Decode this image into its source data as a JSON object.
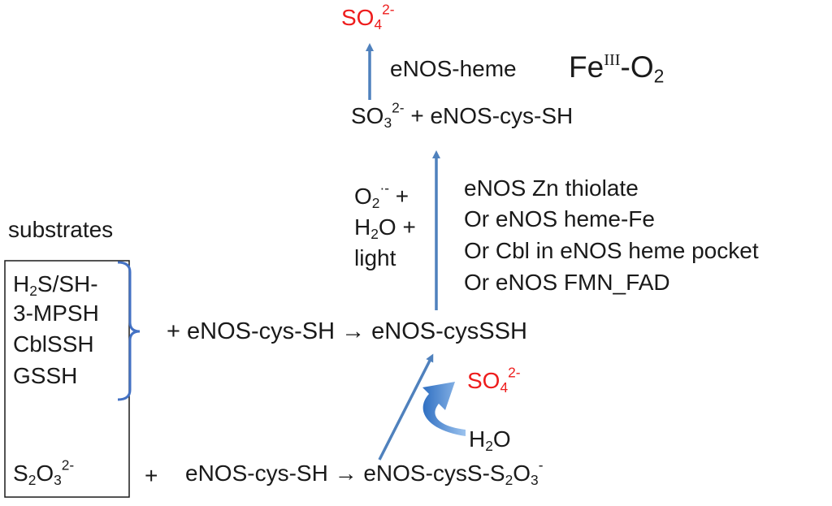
{
  "top_product": {
    "base": "SO",
    "sub": "4",
    "sup": "2-",
    "color": "#ee1c1c"
  },
  "heme_label": "eNOS-heme",
  "fe_species": {
    "base": "Fe",
    "sup": "III",
    "tail": "-O",
    "sub": "2"
  },
  "sulfite_line": {
    "base": "SO",
    "sub": "3",
    "sup": "2-",
    "rest": " + eNOS-cys-SH"
  },
  "oxidants": {
    "superoxide": {
      "base": "O",
      "sub": "2",
      "sup": "·-",
      "rest": " +"
    },
    "water": {
      "base": "H",
      "sub": "2",
      "rest": "O +"
    },
    "light": "light"
  },
  "catalysts": [
    "eNOS Zn thiolate",
    "Or eNOS heme-Fe",
    "Or Cbl in eNOS heme pocket",
    "Or eNOS FMN_FAD"
  ],
  "substrates_title": "substrates",
  "substrates": {
    "h2s": {
      "a": "H",
      "sub": "2",
      "b": "S/SH-"
    },
    "items": [
      "3-MPSH",
      "CblSSH",
      "GSSH"
    ],
    "thiosulfate": {
      "a": "S",
      "sub1": "2",
      "b": "O",
      "sub2": "3",
      "sup": "2-"
    }
  },
  "main_reaction": "+ eNOS-cys-SH → eNOS-cysSSH",
  "side_product": {
    "base": "SO",
    "sub": "4",
    "sup": "2-",
    "color": "#ee1c1c"
  },
  "side_water": {
    "a": "H",
    "sub": "2",
    "b": "O"
  },
  "bottom_reaction": {
    "plus": "+",
    "reactant": "eNOS-cys-SH → eNOS-cysS-S",
    "sub1": "2",
    "mid": "O",
    "sub2": "3",
    "sup": "-"
  },
  "colors": {
    "arrow": "#4f81bd",
    "bracket": "#4472c4",
    "box": "#1a1a1a",
    "red": "#ee1c1c"
  }
}
